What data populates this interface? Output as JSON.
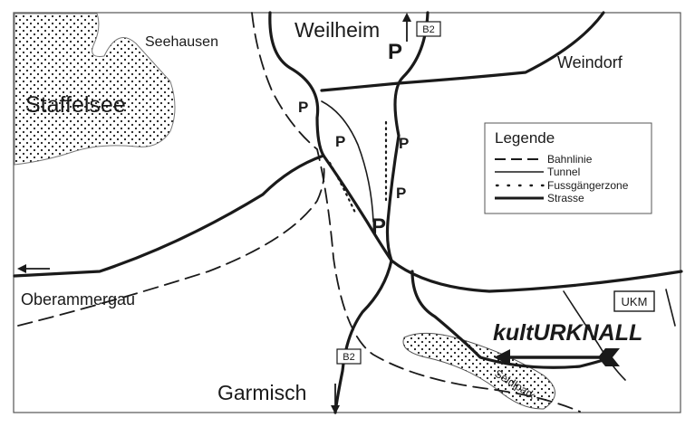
{
  "places": {
    "staffelsee": "Staffelsee",
    "seehausen": "Seehausen",
    "weilheim": "Weilheim",
    "weindorf": "Weindorf",
    "oberammergau": "Oberammergau",
    "garmisch": "Garmisch",
    "seidlpark": "Seidlpark"
  },
  "road_shields": {
    "north": "B2",
    "south": "B2"
  },
  "parking": {
    "label": "P"
  },
  "legend": {
    "title": "Legende",
    "items": [
      {
        "label": "Bahnlinie",
        "style": "dashed"
      },
      {
        "label": "Tunnel",
        "style": "solid-thin"
      },
      {
        "label": "Fussgängerzone",
        "style": "dotted"
      },
      {
        "label": "Strasse",
        "style": "solid-thick"
      }
    ]
  },
  "venue": {
    "name": "kultURKNALL",
    "abbr": "UKM"
  },
  "colors": {
    "line": "#1a1a1a",
    "lake_fill": "#ffffff",
    "border": "#555555"
  },
  "icons": {
    "west_arrow": "arrow-left-icon",
    "north_arrow": "arrow-up-icon",
    "south_arrow": "arrow-down-icon",
    "venue_arrow": "arrow-left-icon"
  }
}
